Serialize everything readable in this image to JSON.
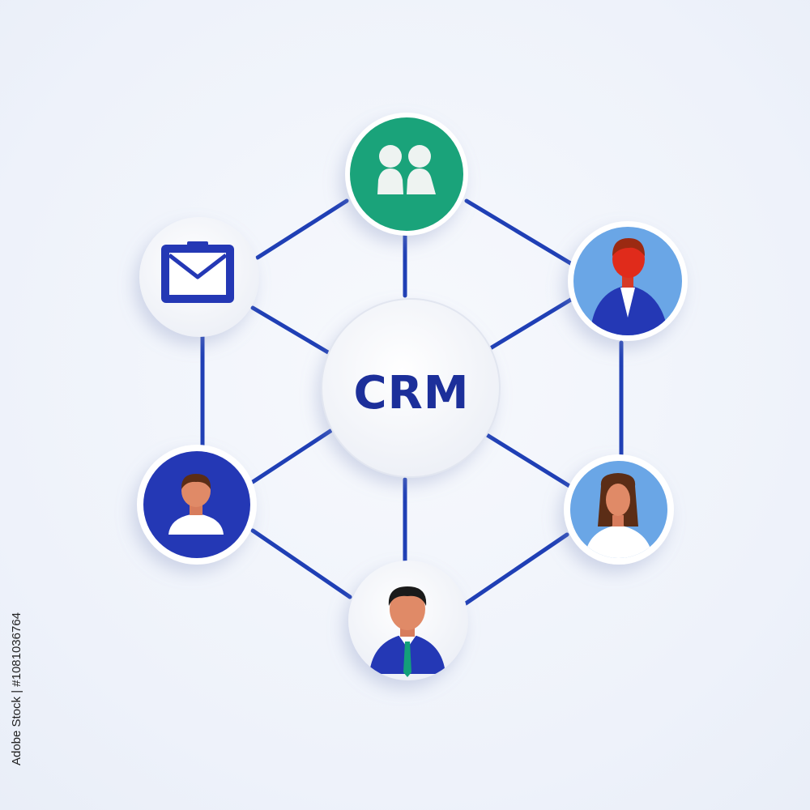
{
  "center": {
    "label": "CRM"
  },
  "watermark_id": "Adobe Stock | #1081036764",
  "colors": {
    "line": "#1f3fb5",
    "crm_text": "#1c2f9a",
    "node_white": "#f6f7fb",
    "green": "#1aa37a",
    "navy": "#2438b5",
    "light_blue": "#6aa6e6",
    "skin": "#e08a67",
    "red_face": "#e02b1b"
  },
  "nodes": [
    {
      "id": "team",
      "icon": "two-people-icon",
      "fill": "green"
    },
    {
      "id": "email",
      "icon": "envelope-icon",
      "fill": "white"
    },
    {
      "id": "man-red",
      "icon": "businessman-red-face-icon",
      "fill": "light_blue"
    },
    {
      "id": "man-blue",
      "icon": "man-avatar-icon",
      "fill": "navy"
    },
    {
      "id": "woman",
      "icon": "woman-avatar-icon",
      "fill": "light_blue"
    },
    {
      "id": "businessman",
      "icon": "businessman-tie-icon",
      "fill": "white"
    }
  ]
}
